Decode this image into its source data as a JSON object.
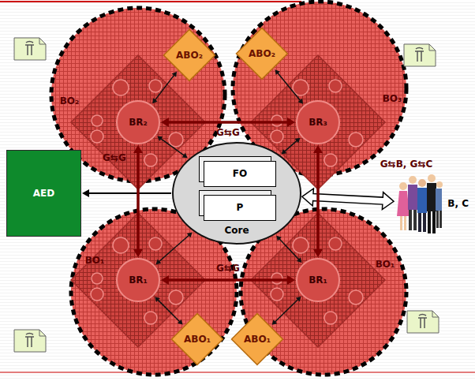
{
  "diagram": {
    "nodes": [
      {
        "text": [
          "AED"
        ]
      },
      {
        "text": [
          "Core"
        ]
      },
      {
        "text": [
          "FO"
        ],
        "in": 1
      },
      {
        "text": [
          "P"
        ],
        "in": 1
      },
      {
        "text": [
          "BR₂"
        ]
      },
      {
        "text": [
          "ABO₂"
        ]
      },
      {
        "text": [
          "BR₃"
        ]
      },
      {
        "text": [
          "ABO₂"
        ]
      },
      {
        "text": [
          "B, C"
        ]
      },
      {
        "text": [
          "BR₁"
        ]
      },
      {
        "text": [
          "ABO₁"
        ]
      },
      {
        "text": [
          "BR₁"
        ]
      },
      {
        "text": [
          "ABO₁"
        ]
      }
    ],
    "edges": [
      {
        "from": 1,
        "to": 0,
        "arrow": "to"
      },
      {
        "from": 1,
        "to": 8,
        "arrow": "both"
      },
      {
        "from": 4,
        "to": 6,
        "label": "G⇆G",
        "arrow": "both"
      },
      {
        "from": 4,
        "to": 9,
        "label": "G⇆G",
        "arrow": "both"
      },
      {
        "from": 9,
        "to": 11,
        "label": "G⇆G",
        "arrow": "both"
      },
      {
        "from": 6,
        "to": 11,
        "arrow": "both"
      },
      {
        "from": 1,
        "to": 4,
        "arrow": "both"
      },
      {
        "from": 1,
        "to": 6,
        "arrow": "both"
      },
      {
        "from": 1,
        "to": 9,
        "arrow": "both"
      },
      {
        "from": 1,
        "to": 11,
        "arrow": "both"
      },
      {
        "from": 4,
        "to": 5,
        "arrow": "both"
      },
      {
        "from": 6,
        "to": 7,
        "arrow": "both"
      },
      {
        "from": 9,
        "to": 10,
        "arrow": "both"
      },
      {
        "from": 11,
        "to": 12,
        "arrow": "both"
      }
    ],
    "labels": [
      "BO₂",
      "BO₃",
      "BO₁",
      "BO₁",
      "G⇆B, G⇆C"
    ]
  }
}
